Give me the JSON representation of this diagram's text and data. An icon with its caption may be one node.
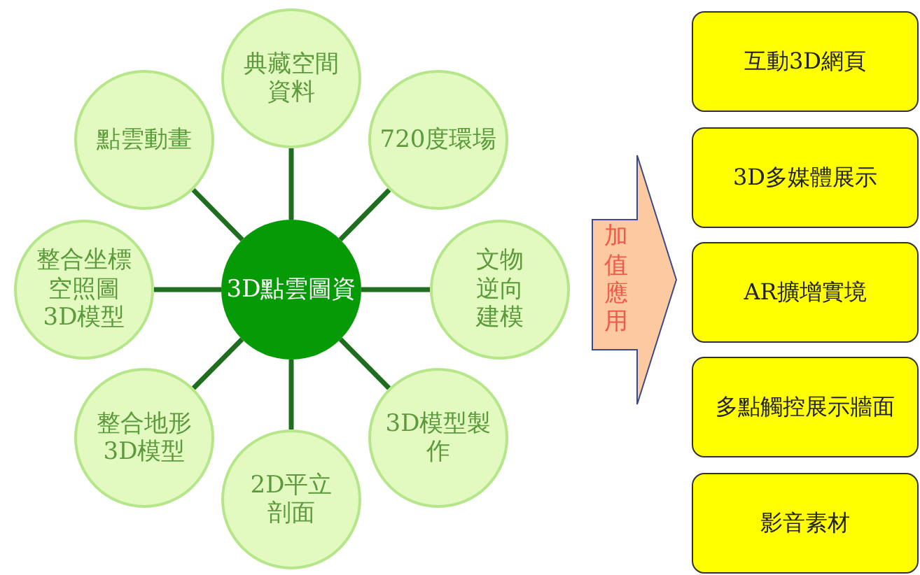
{
  "diagram": {
    "nodes": [
      {
        "text": [
          "3D點雲圖資"
        ]
      },
      {
        "text": [
          "典藏空間資料"
        ]
      },
      {
        "text": [
          "720度環場"
        ]
      },
      {
        "text": [
          "文物逆向建模"
        ]
      },
      {
        "text": [
          "3D模型製作"
        ]
      },
      {
        "text": [
          "2D平立剖面"
        ]
      },
      {
        "text": [
          "整合地形3D模型"
        ]
      },
      {
        "text": [
          "整合坐標空照圖3D模型"
        ]
      },
      {
        "text": [
          "點雲動畫"
        ]
      },
      {
        "text": [
          "加值應用"
        ]
      },
      {
        "text": [
          "互動3D網頁"
        ]
      },
      {
        "text": [
          "3D多媒體展示"
        ]
      },
      {
        "text": [
          "AR擴增實境"
        ]
      },
      {
        "text": [
          "多點觸控展示牆面"
        ]
      },
      {
        "text": [
          "影音素材"
        ]
      }
    ],
    "edges": [
      {
        "from": 0,
        "to": 1,
        "arrow": "none"
      },
      {
        "from": 0,
        "to": 2,
        "arrow": "none"
      },
      {
        "from": 0,
        "to": 3,
        "arrow": "none"
      },
      {
        "from": 0,
        "to": 4,
        "arrow": "none"
      },
      {
        "from": 0,
        "to": 5,
        "arrow": "none"
      },
      {
        "from": 0,
        "to": 6,
        "arrow": "none"
      },
      {
        "from": 0,
        "to": 7,
        "arrow": "none"
      },
      {
        "from": 0,
        "to": 8,
        "arrow": "none"
      }
    ]
  }
}
